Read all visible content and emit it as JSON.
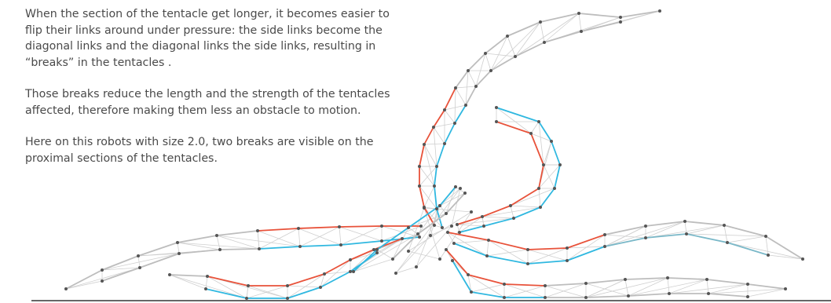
{
  "caption": {
    "paragraphs": [
      "When the section of the tentacle get longer, it becomes easier to flip their links around under pressure: the side links become the diagonal links and the diagonal links the side links, resulting in “breaks” in the tentacles .",
      "Those breaks reduce the length and the strength of the tentacles affected, therefore making them less an obstacle to motion.",
      "Here on this robots with size 2.0, two breaks are visible on the proximal sections of the tentacles."
    ]
  },
  "colors": {
    "text": "#4a4a4a",
    "side_link_a": "#e8523a",
    "side_link_b": "#30b8e0",
    "neutral_side": "#bdbdbd",
    "mauve_side": "#c89088",
    "teal_side": "#7ab8c8",
    "cross_link": "#cfcfcf",
    "node": "#555555",
    "ground": "#333333"
  }
}
